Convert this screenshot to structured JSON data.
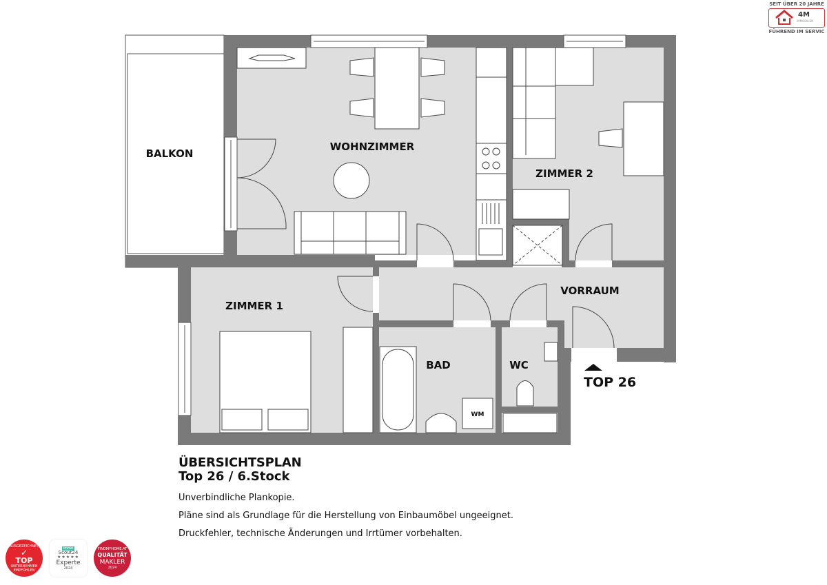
{
  "logo": {
    "tagline_top": "SEIT ÜBER 20 JAHRE",
    "brand": "4M",
    "brand_sub": "IMMOBILIEN",
    "tagline_bottom": "FÜHREND IM SERVIC",
    "accent_color": "#c8333a"
  },
  "plan": {
    "wall_color": "#7a7a7a",
    "floor_color": "#dedede",
    "rooms": [
      {
        "name": "BALKON"
      },
      {
        "name": "WOHNZIMMER"
      },
      {
        "name": "ZIMMER 2"
      },
      {
        "name": "ZIMMER 1"
      },
      {
        "name": "VORRAUM"
      },
      {
        "name": "BAD"
      },
      {
        "name": "WC"
      }
    ],
    "appliance_wm": "WM",
    "entrance_label": "TOP 26"
  },
  "caption": {
    "title": "ÜBERSICHTSPLAN",
    "subtitle": "Top 26 / 6.Stock",
    "lines": [
      "Unverbindliche Plankopie.",
      "Pläne sind als Grundlage für die Herstellung von Einbaumöbel ungeeignet.",
      "Druckfehler, technische Änderungen und Irrtümer vorbehalten."
    ]
  },
  "badges": [
    {
      "top": "AUSGEZEICHNET",
      "main": "TOP",
      "sub": "UNTERNEHMEN",
      "foot": "EMPFOHLEN"
    },
    {
      "brand": "immo",
      "main": "Scout24",
      "stars": "★★★★★",
      "label": "Experte",
      "year": "2024"
    },
    {
      "top": "FINDMYHOME.AT",
      "main": "QUALITÄT",
      "sub": "MAKLER",
      "year": "2024"
    }
  ]
}
